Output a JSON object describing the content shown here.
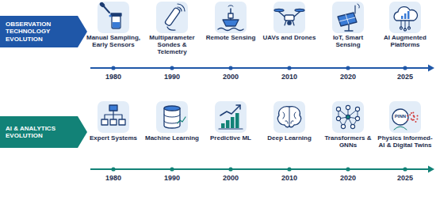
{
  "diagram": {
    "nodes": [
      {
        "text": [
          "OBSERVATION TECHNOLOGY EVOLUTION"
        ]
      },
      {
        "text": [
          "Manual Sampling, Early Sensors"
        ]
      },
      {
        "text": [
          "Multiparameter Sondes & Telemetry"
        ]
      },
      {
        "text": [
          "Remote Sensing"
        ]
      },
      {
        "text": [
          "UAVs and Drones"
        ]
      },
      {
        "text": [
          "IoT, Smart Sensing"
        ]
      },
      {
        "text": [
          "AI Augmented Platforms"
        ]
      },
      {
        "text": [
          "AI & ANALYTICS EVOLUTION"
        ]
      },
      {
        "text": [
          "Expert Systems"
        ]
      },
      {
        "text": [
          "Machine Learning"
        ]
      },
      {
        "text": [
          "Predictive ML"
        ]
      },
      {
        "text": [
          "Deep Learning"
        ]
      },
      {
        "text": [
          "Transformers & GNNs"
        ]
      },
      {
        "text": [
          "Physics Informed- AI & Digital Twins"
        ]
      }
    ],
    "labels": [
      "1980",
      "1990",
      "2000",
      "2010",
      "2020",
      "2025",
      "PINN",
      "1980",
      "1990",
      "2000",
      "2010",
      "2020",
      "2025"
    ]
  }
}
